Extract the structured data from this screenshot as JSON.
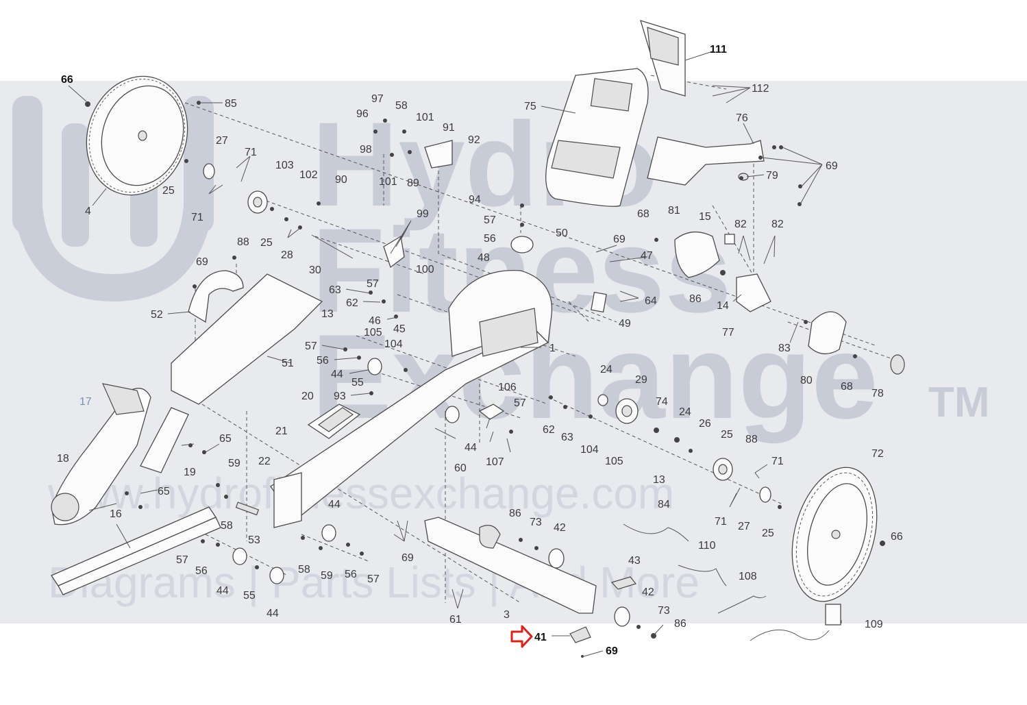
{
  "watermark": {
    "line1": "Hydro",
    "line2": "Fitness",
    "line3": "Exchange",
    "tm": "TM",
    "url": "www.hydrofitnessexchange.com",
    "tagline": "Diagrams | Parts Lists | And More"
  },
  "arrow": {
    "color": "#e0201b"
  },
  "labels": {
    "l111": "111",
    "l112": "112",
    "l66a": "66",
    "l85": "85",
    "l97": "97",
    "l58a": "58",
    "l96": "96",
    "l101a": "101",
    "l91": "91",
    "l92": "92",
    "l75": "75",
    "l76": "76",
    "l27a": "27",
    "l71a": "71",
    "l98": "98",
    "l103": "103",
    "l102": "102",
    "l90": "90",
    "l101b": "101",
    "l89": "89",
    "l94": "94",
    "l69a": "69",
    "l79": "79",
    "l25a": "25",
    "l4": "4",
    "l71b": "71",
    "l88a": "88",
    "l25b": "25",
    "l28": "28",
    "l99": "99",
    "l57a": "57",
    "l56a": "56",
    "l68a": "68",
    "l81": "81",
    "l15": "15",
    "l82a": "82",
    "l82b": "82",
    "l50": "50",
    "l69b": "69",
    "l48": "48",
    "l47": "47",
    "l30": "30",
    "l100": "100",
    "l69c": "69",
    "l86a": "86",
    "l52": "52",
    "l63a": "63",
    "l57b": "57",
    "l62a": "62",
    "l64": "64",
    "l14": "14",
    "l13a": "13",
    "l46": "46",
    "l49": "49",
    "l45": "45",
    "l77": "77",
    "l105a": "105",
    "l104a": "104",
    "l57c": "57",
    "l83": "83",
    "l1": "1",
    "l56b": "56",
    "l51": "51",
    "l44a": "44",
    "l55a": "55",
    "l24a": "24",
    "l29": "29",
    "l80": "80",
    "l68b": "68",
    "l78": "78",
    "l17": "17",
    "l20": "20",
    "l93": "93",
    "l106": "106",
    "l74": "74",
    "l57d": "57",
    "l24b": "24",
    "l26": "26",
    "l62b": "62",
    "l63b": "63",
    "l25c": "25",
    "l65a": "65",
    "l21": "21",
    "l104b": "104",
    "l44b": "44",
    "l88b": "88",
    "l72": "72",
    "l18": "18",
    "l19": "19",
    "l59a": "59",
    "l60": "60",
    "l107": "107",
    "l105b": "105",
    "l13b": "13",
    "l22": "22",
    "l71c": "71",
    "l65b": "65",
    "l84": "84",
    "l71d": "71",
    "l27b": "27",
    "l25d": "25",
    "l16": "16",
    "l58b": "58",
    "l53": "53",
    "l44c": "44",
    "l86b": "86",
    "l73a": "73",
    "l42a": "42",
    "l66b": "66",
    "l69d": "69",
    "l57e": "57",
    "l56c": "56",
    "l58c": "58",
    "l59b": "59",
    "l56d": "56",
    "l57f": "57",
    "l110": "110",
    "l43": "43",
    "l44d": "44",
    "l55b": "55",
    "l44e": "44",
    "l108": "108",
    "l42b": "42",
    "l3": "3",
    "l73b": "73",
    "l61": "61",
    "l86c": "86",
    "l109": "109",
    "l41": "41",
    "l69e": "69"
  }
}
